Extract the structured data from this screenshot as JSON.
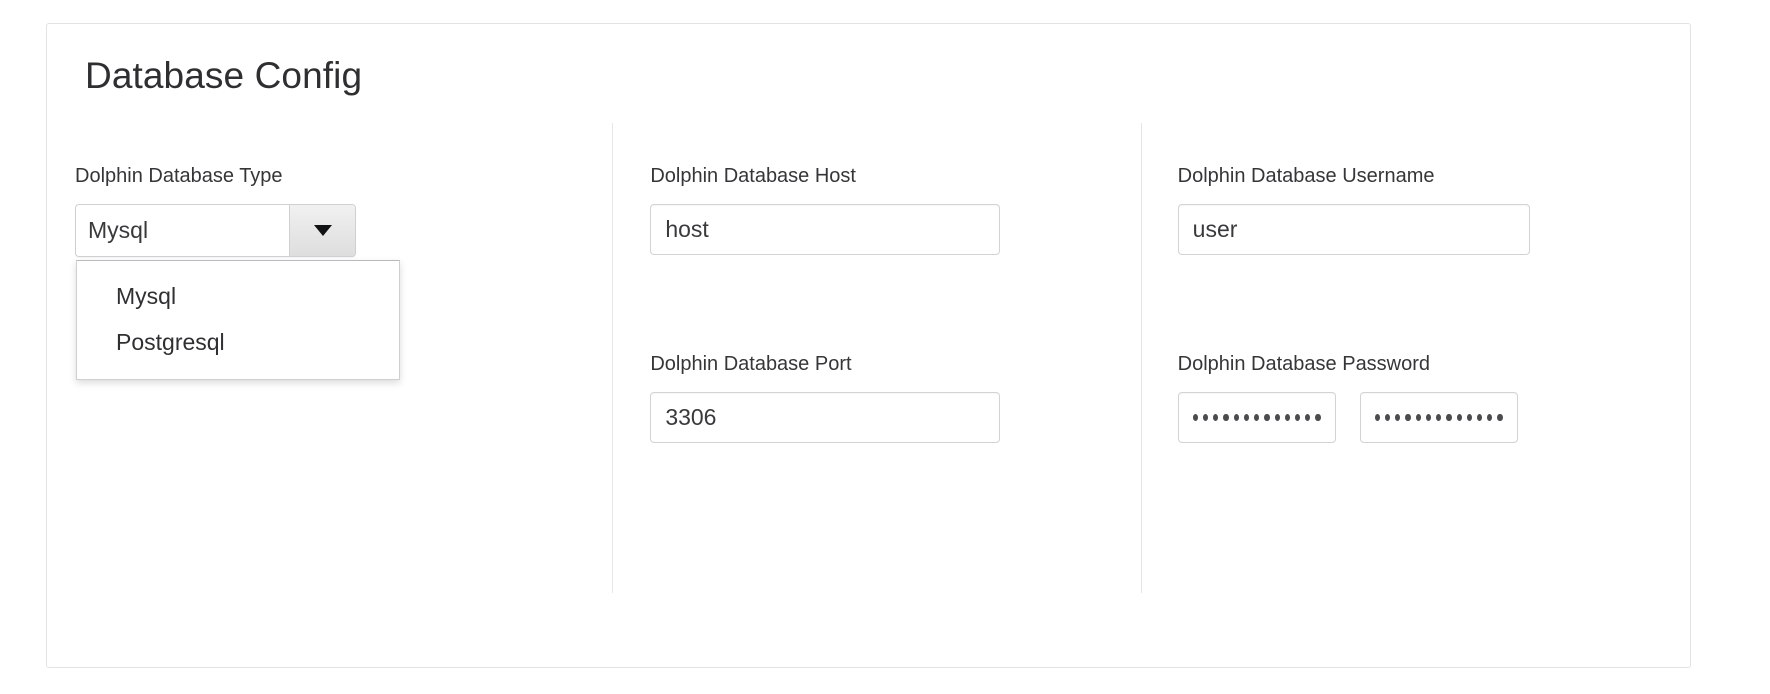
{
  "card": {
    "title": "Database Config"
  },
  "fields": {
    "db_type": {
      "label": "Dolphin Database Type",
      "value": "Mysql",
      "arrow_icon": "chevron-down-icon",
      "options": [
        "Mysql",
        "Postgresql"
      ],
      "expanded": true
    },
    "db_host": {
      "label": "Dolphin Database Host",
      "value": "host",
      "placeholder": "host"
    },
    "db_port": {
      "label": "Dolphin Database Port",
      "value": "3306",
      "placeholder": "3306"
    },
    "db_username": {
      "label": "Dolphin Database Username",
      "value": "user",
      "placeholder": "user"
    },
    "db_password": {
      "label": "Dolphin Database Password",
      "masked_value": "•••••••••••••",
      "mask_dot_count": 13,
      "confirm_masked_value": "•••••••••••••",
      "confirm_mask_dot_count": 13
    }
  },
  "colors": {
    "page_background": "#ffffff",
    "card_border": "#e3e3e4",
    "divider": "#e6e6e7",
    "input_border": "#d2d3d4",
    "text_primary": "#2f2f31",
    "text_label": "#363638",
    "text_value": "#3a3a3c",
    "dropdown_button": "#e6e6e6",
    "caret": "#111214",
    "password_dot": "#4c4c4e"
  }
}
